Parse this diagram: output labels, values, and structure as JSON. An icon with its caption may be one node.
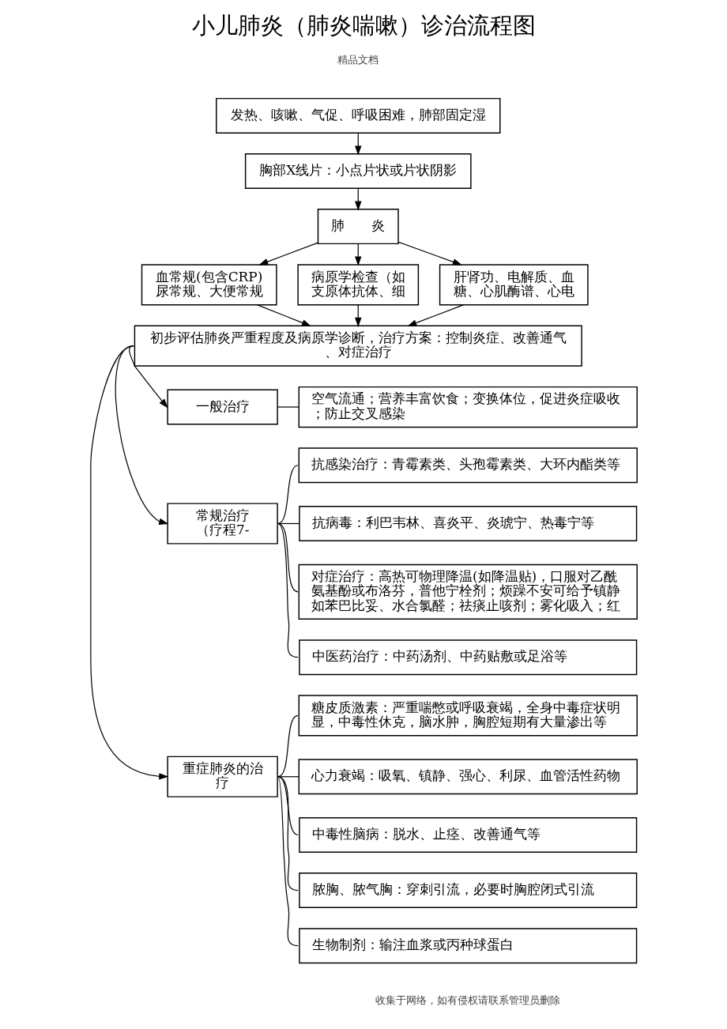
{
  "diagram": {
    "title": "小儿肺炎（肺炎喘嗽）诊治流程图",
    "nodes": [
      {
        "text": [
          "发热、咳嗽、气促、呼吸困难，肺部固定湿"
        ]
      },
      {
        "text": [
          "胸部X线片：小点片状或片状阴影"
        ]
      },
      {
        "text": [
          "肺　　炎"
        ]
      },
      {
        "text": [
          "血常规(包含CRP)尿常规、大便常规"
        ]
      },
      {
        "text": [
          "病原学检查（如支原体抗体、细"
        ]
      },
      {
        "text": [
          "肝肾功、电解质、血糖、心肌酶谱、心电"
        ]
      },
      {
        "text": [
          "初步评估肺炎严重程度及病原学诊断，治疗方案：控制炎症、改善通气、对症治疗"
        ]
      },
      {
        "text": [
          "一般治疗"
        ]
      },
      {
        "text": [
          "空气流通；营养丰富饮食；变换体位，促进炎症吸收；防止交叉感染"
        ]
      },
      {
        "text": [
          "常规治疗（疗程7-"
        ]
      },
      {
        "text": [
          "抗感染治疗：青霉素类、头孢霉素类、大环内酯类等"
        ]
      },
      {
        "text": [
          "抗病毒：利巴韦林、喜炎平、炎琥宁、热毒宁等"
        ]
      },
      {
        "text": [
          "对症治疗：高热可物理降温(如降温贴)，口服对乙酰氨基酚或布洛芬，普他宁栓剂；烦躁不安可给予镇静如苯巴比妥、水合氯醛；祛痰止咳剂；雾化吸入；红"
        ]
      },
      {
        "text": [
          "中医药治疗：中药汤剂、中药贴敷或足浴等"
        ]
      },
      {
        "text": [
          "重症肺炎的治疗"
        ]
      },
      {
        "text": [
          "糖皮质激素：严重喘憋或呼吸衰竭，全身中毒症状明显，中毒性休克，脑水肿，胸腔短期有大量渗出等"
        ]
      },
      {
        "text": [
          "心力衰竭：吸氧、镇静、强心、利尿、血管活性药物"
        ]
      },
      {
        "text": [
          "中毒性脑病：脱水、止痉、改善通气等"
        ]
      },
      {
        "text": [
          "脓胸、脓气胸：穿刺引流，必要时胸腔闭式引流"
        ]
      },
      {
        "text": [
          "生物制剂：输注血浆或丙种球蛋白"
        ]
      }
    ],
    "edges": [
      {
        "from": 0,
        "to": 1,
        "arrow": "to"
      },
      {
        "from": 1,
        "to": 2,
        "arrow": "to"
      },
      {
        "from": 2,
        "to": 3,
        "arrow": "to"
      },
      {
        "from": 2,
        "to": 4,
        "arrow": "to"
      },
      {
        "from": 2,
        "to": 5,
        "arrow": "to"
      },
      {
        "from": 3,
        "to": 6,
        "arrow": "to"
      },
      {
        "from": 4,
        "to": 6,
        "arrow": "to"
      },
      {
        "from": 5,
        "to": 6,
        "arrow": "to"
      },
      {
        "from": 6,
        "to": 7,
        "arrow": "to"
      },
      {
        "from": 6,
        "to": 9,
        "arrow": "to"
      },
      {
        "from": 6,
        "to": 14,
        "arrow": "to"
      },
      {
        "from": 7,
        "to": 8,
        "arrow": "none"
      },
      {
        "from": 9,
        "to": 10,
        "arrow": "none"
      },
      {
        "from": 9,
        "to": 11,
        "arrow": "none"
      },
      {
        "from": 9,
        "to": 12,
        "arrow": "none"
      },
      {
        "from": 9,
        "to": 13,
        "arrow": "none"
      },
      {
        "from": 14,
        "to": 15,
        "arrow": "none"
      },
      {
        "from": 14,
        "to": 16,
        "arrow": "none"
      },
      {
        "from": 14,
        "to": 17,
        "arrow": "none"
      },
      {
        "from": 14,
        "to": 18,
        "arrow": "none"
      },
      {
        "from": 14,
        "to": 19,
        "arrow": "none"
      }
    ],
    "labels": [
      "精品文档",
      "收集于网络，如有侵权请联系管理员删除"
    ]
  }
}
